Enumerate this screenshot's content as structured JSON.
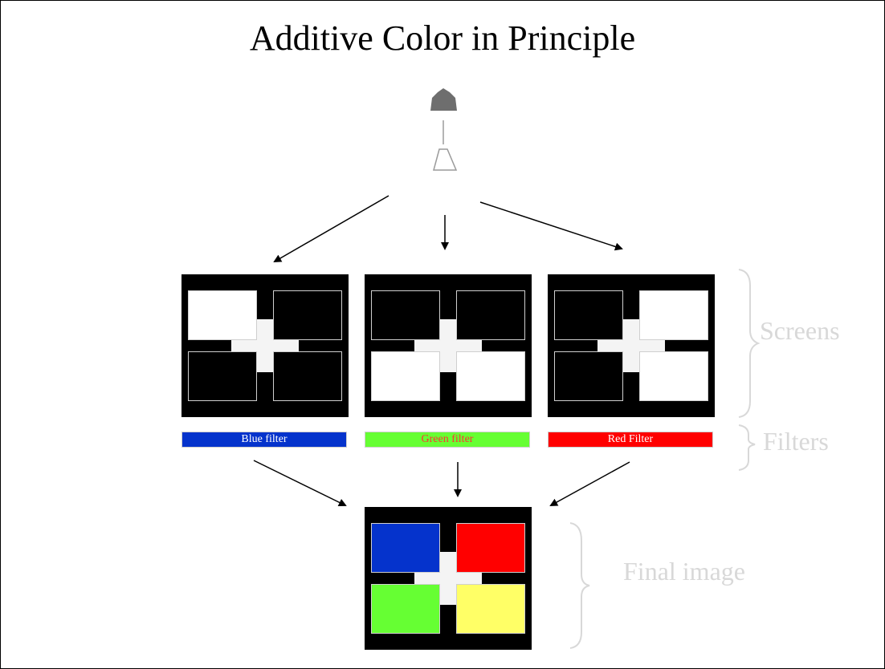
{
  "title": "Additive Color in Principle",
  "colors": {
    "blue": "#0533cc",
    "green": "#66ff33",
    "red": "#ff0000",
    "yellow": "#ffff66",
    "screen_on": "#ffffff",
    "screen_off": "#000000",
    "label_gray": "#d8d8d8"
  },
  "screens": [
    {
      "cells": [
        "white",
        "black",
        "black",
        "black"
      ]
    },
    {
      "cells": [
        "black",
        "black",
        "white",
        "white"
      ]
    },
    {
      "cells": [
        "black",
        "white",
        "black",
        "white"
      ]
    }
  ],
  "filters": [
    {
      "label": "Blue filter",
      "color": "#0533cc",
      "text_color": "#ffffff"
    },
    {
      "label": "Green filter",
      "color": "#66ff33",
      "text_color": "#ff3333"
    },
    {
      "label": "Red Filter",
      "color": "#ff0000",
      "text_color": "#ffffff"
    }
  ],
  "final_image": {
    "cells": [
      "#0533cc",
      "#ff0000",
      "#66ff33",
      "#ffff66"
    ]
  },
  "labels": {
    "screens": "Screens",
    "filters": "Filters",
    "final_image": "Final image"
  }
}
